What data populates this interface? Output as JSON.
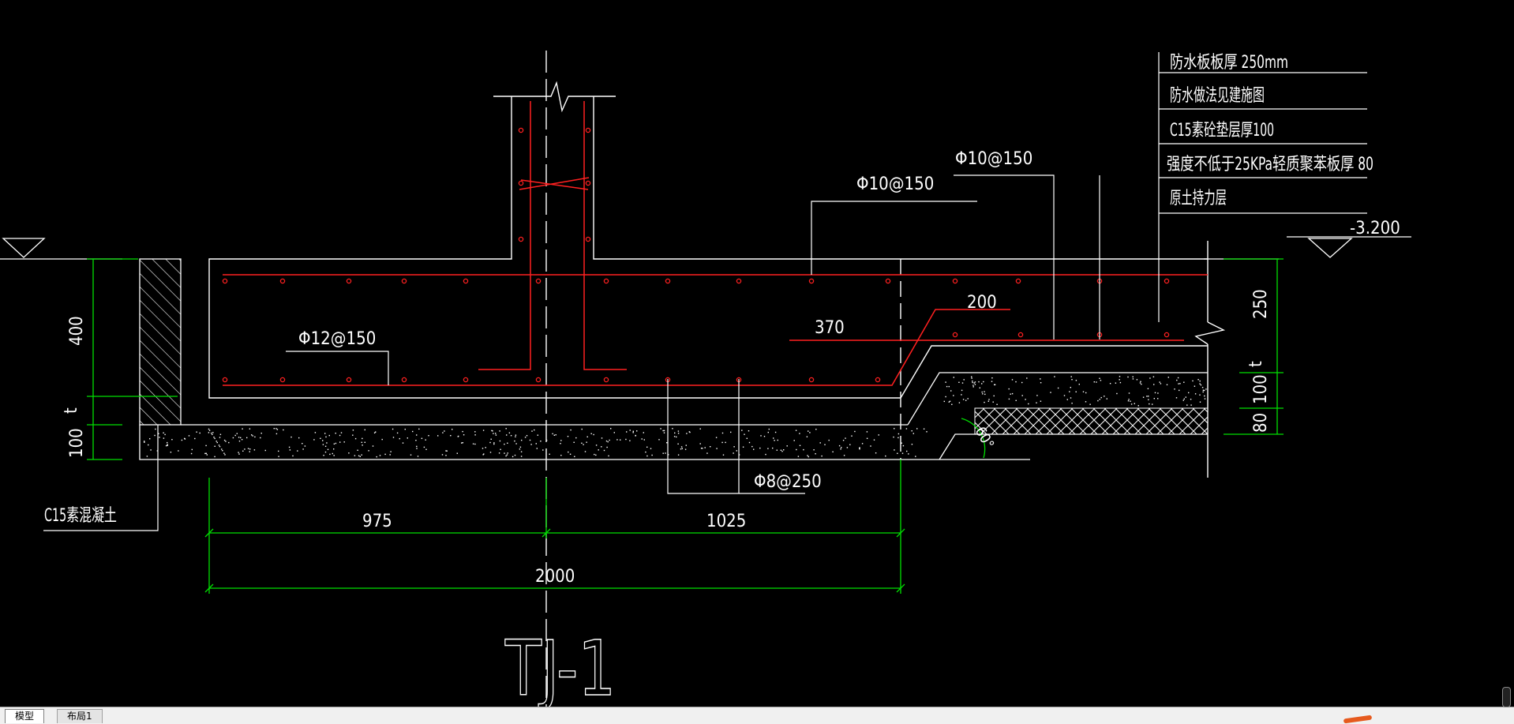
{
  "drawing": {
    "title": "TJ-1",
    "notes": [
      "防水板板厚 250mm",
      "防水做法见建施图",
      "C15素砼垫层厚100",
      "强度不低于25KPa轻质聚苯板厚 80",
      "原土持力层"
    ],
    "elevation": "-3.200",
    "rebar": {
      "top_slab": "Φ10@150",
      "top_footing": "Φ10@150",
      "bottom_footing": "Φ12@150",
      "distribution": "Φ8@250"
    },
    "dims": {
      "left_height": "400",
      "left_pad": "100",
      "right_slab": "250",
      "right_pad": "100",
      "right_board": "80",
      "span_left": "975",
      "span_right": "1025",
      "span_total": "2000",
      "offset_200": "200",
      "offset_370": "370",
      "angle": "60°",
      "t1": "t",
      "t2": "t"
    },
    "left_label": "C15素混凝土"
  },
  "tabs": {
    "model": "模型",
    "layout": "布局1"
  },
  "colors": {
    "background": "#000000",
    "lines": "#ffffff",
    "rebar": "#ff2020",
    "dimension": "#00e000"
  }
}
